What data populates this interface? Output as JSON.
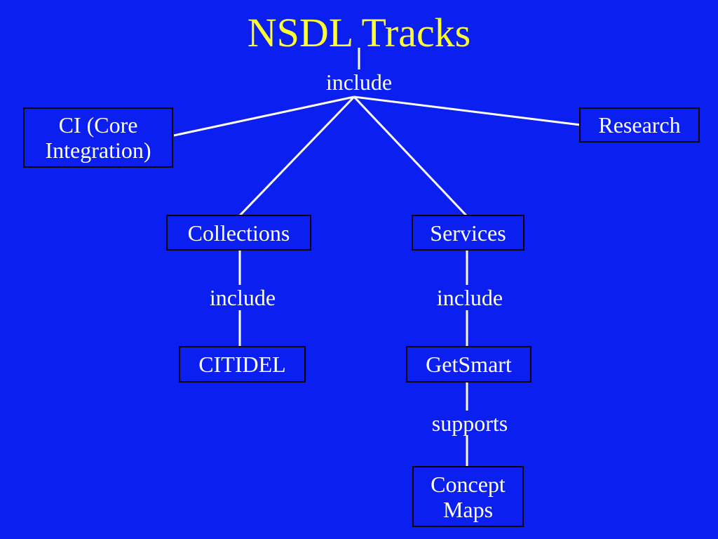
{
  "title": "NSDL Tracks",
  "colors": {
    "background": "#0a1ff0",
    "title": "#ffff33",
    "text": "#ffffff",
    "line": "#ffffff"
  },
  "nodes": {
    "ci": "CI (Core Integration)",
    "research": "Research",
    "collections": "Collections",
    "services": "Services",
    "citidel": "CITIDEL",
    "getsmart": "GetSmart",
    "concept_maps": "Concept Maps"
  },
  "edge_labels": {
    "top": "include",
    "collections": "include",
    "services": "include",
    "getsmart": "supports"
  }
}
